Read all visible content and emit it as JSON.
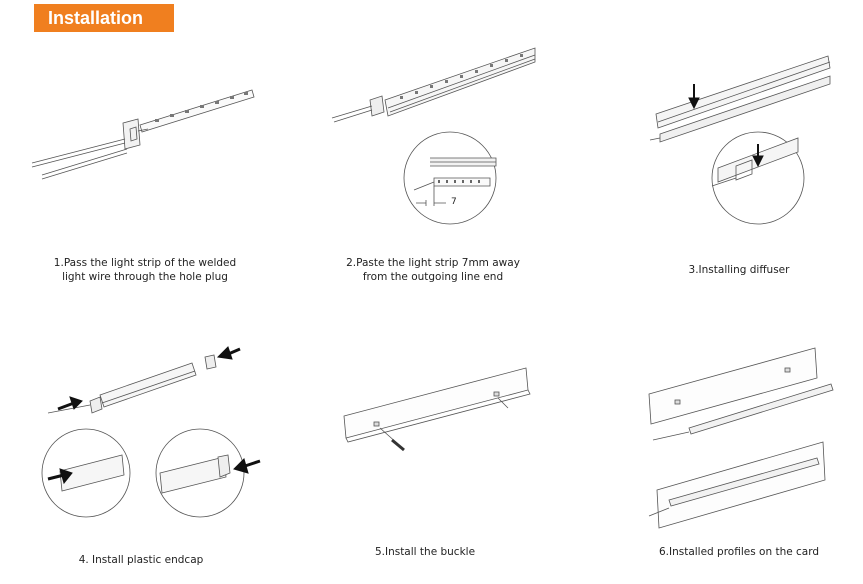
{
  "header": {
    "title": "Installation"
  },
  "steps": [
    {
      "id": 1,
      "caption_lines": [
        "1.Pass the light strip of the welded",
        "light wire through the hole plug"
      ]
    },
    {
      "id": 2,
      "caption_lines": [
        "2.Paste the light strip 7mm away",
        "from the outgoing line end"
      ],
      "dimension_label": "7"
    },
    {
      "id": 3,
      "caption_lines": [
        "3.Installing diffuser"
      ]
    },
    {
      "id": 4,
      "caption_lines": [
        "4. Install plastic endcap"
      ]
    },
    {
      "id": 5,
      "caption_lines": [
        "5.Install the buckle"
      ]
    },
    {
      "id": 6,
      "caption_lines": [
        "6.Installed profiles on the card"
      ]
    }
  ],
  "colors": {
    "header_bg": "#f07f1f",
    "header_text": "#ffffff",
    "line_art": "#555555",
    "arrow": "#111111"
  }
}
